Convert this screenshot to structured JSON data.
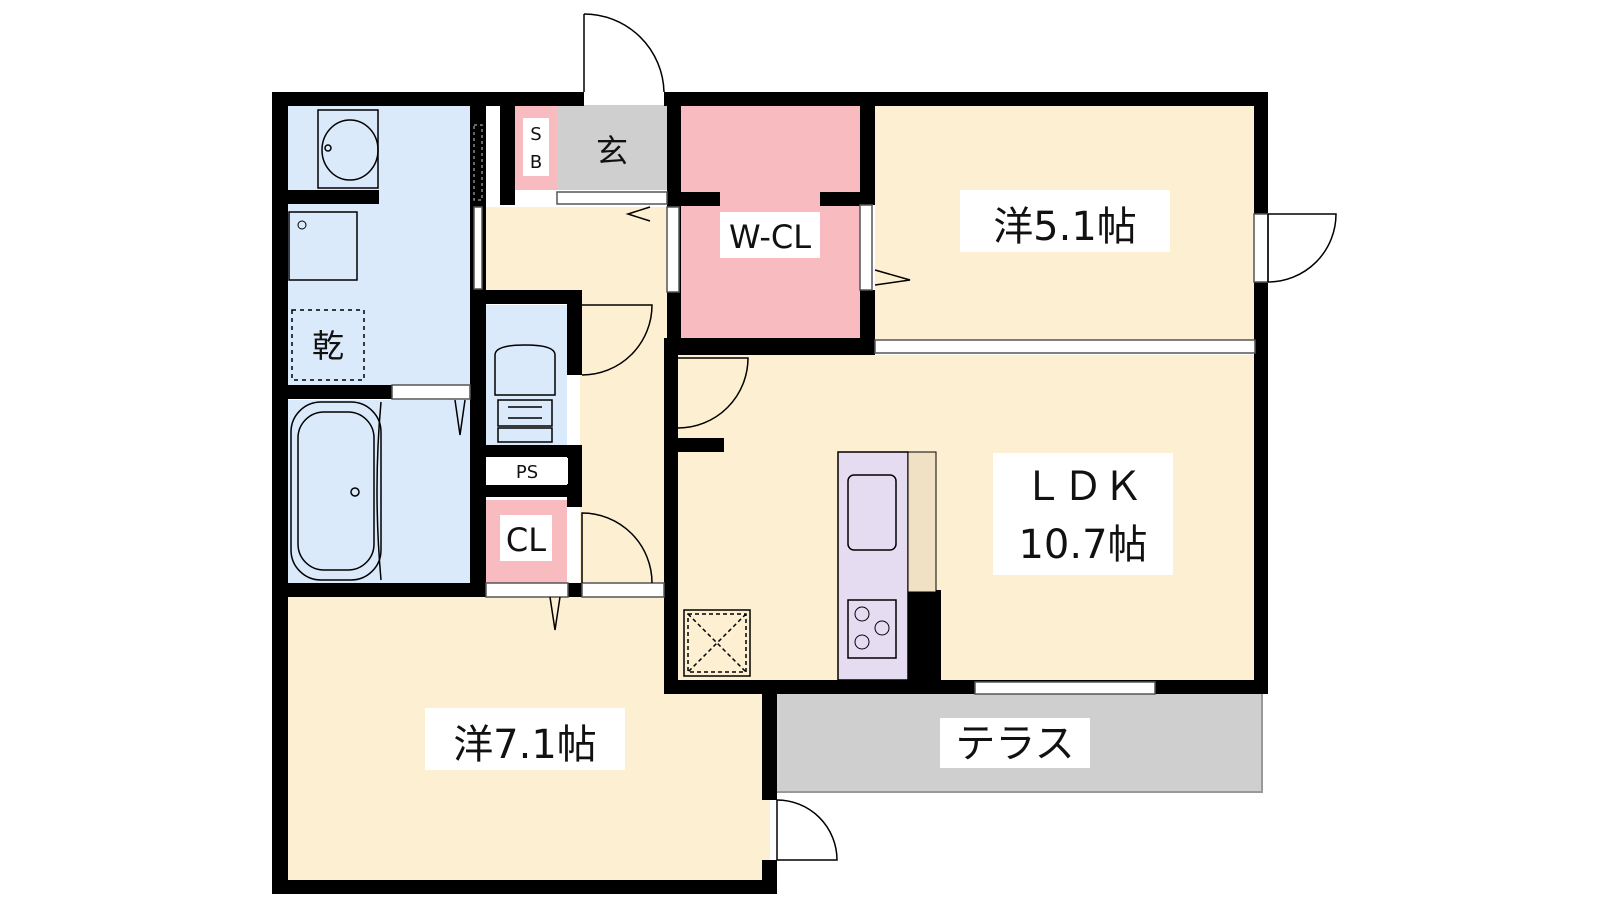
{
  "rooms": {
    "western_5": "洋5.1帖",
    "western_7": "洋7.1帖",
    "ldk_name": "ＬＤＫ",
    "ldk_size": "10.7帖",
    "walk_in_closet": "W-CL",
    "closet": "CL",
    "entrance": "玄",
    "shoe_box_s": "S",
    "shoe_box_b": "B",
    "pipe_space": "PS",
    "dryer": "乾",
    "terrace": "テラス"
  },
  "colors": {
    "living_floor": "#fdf0d2",
    "wet_area": "#dbeafb",
    "storage": "#f8bcc0",
    "entrance_tile": "#cfcfcf",
    "terrace": "#cfcfcf",
    "kitchen_counter": "#e6dcf2",
    "wall": "#000000"
  }
}
